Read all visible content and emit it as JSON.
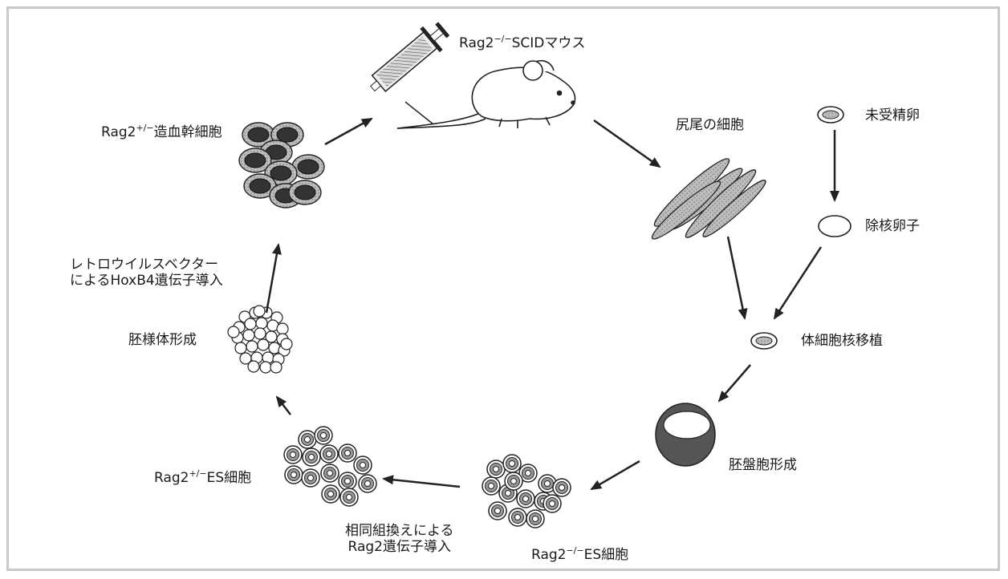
{
  "labels": {
    "mouse": {
      "prefix": "Rag2",
      "sup": "−/−",
      "suffix": "SCIDマウス"
    },
    "tail_cells": "尻尾の細胞",
    "unfertilized_egg": "未受精卵",
    "enucleated_egg": "除核卵子",
    "nuclear_transfer": "体細胞核移植",
    "blastocyst": "胚盤胞形成",
    "es_ko": {
      "prefix": "Rag2",
      "sup": "−/−",
      "suffix": "ES細胞"
    },
    "recombination_line1": "相同組換えによる",
    "recombination_line2": "Rag2遺伝子導入",
    "es_het": {
      "prefix": "Rag2",
      "sup": "+/−",
      "suffix": "ES細胞"
    },
    "embryoid": "胚様体形成",
    "retro_line1": "レトロウイルスベクター",
    "retro_line2": "によるHoxB4遺伝子導入",
    "hsc": {
      "prefix": "Rag2",
      "sup": "+/−",
      "suffix": "造血幹細胞"
    }
  }
}
